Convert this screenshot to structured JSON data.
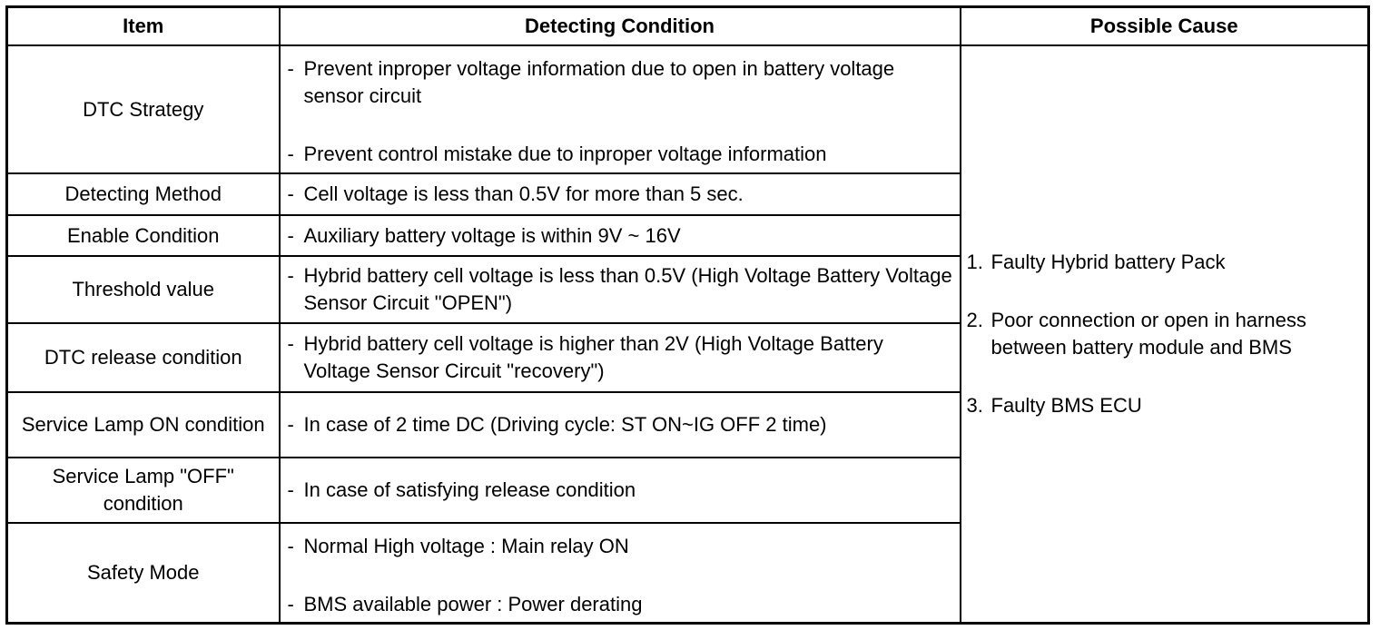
{
  "headers": {
    "item": "Item",
    "condition": "Detecting Condition",
    "cause": "Possible Cause"
  },
  "dash": "-",
  "rows": [
    {
      "item": "DTC Strategy",
      "conditions": [
        "Prevent inproper voltage information due to open in battery voltage sensor circuit",
        "Prevent control mistake due to inproper voltage information"
      ]
    },
    {
      "item": "Detecting Method",
      "conditions": [
        "Cell voltage is less than 0.5V for more than 5 sec."
      ]
    },
    {
      "item": "Enable Condition",
      "conditions": [
        "Auxiliary battery voltage is within 9V ~ 16V"
      ]
    },
    {
      "item": "Threshold value",
      "conditions": [
        "Hybrid battery cell voltage is less than 0.5V (High Voltage Battery Voltage Sensor Circuit \"OPEN\")"
      ]
    },
    {
      "item": "DTC release condition",
      "conditions": [
        "Hybrid battery cell voltage is higher than 2V (High Voltage Battery Voltage Sensor Circuit \"recovery\")"
      ]
    },
    {
      "item": "Service Lamp ON condition",
      "conditions": [
        "In case of 2 time DC (Driving cycle: ST ON~IG OFF 2 time)"
      ]
    },
    {
      "item": "Service Lamp \"OFF\" condition",
      "conditions": [
        "In case of satisfying release condition"
      ]
    },
    {
      "item": "Safety Mode",
      "conditions": [
        "Normal High voltage : Main relay ON",
        "BMS available power : Power derating"
      ]
    }
  ],
  "causes": [
    {
      "num": "1.",
      "text": "Faulty Hybrid battery Pack"
    },
    {
      "num": "2.",
      "text": "Poor connection or open in harness between battery module and BMS"
    },
    {
      "num": "3.",
      "text": "Faulty BMS ECU"
    }
  ]
}
